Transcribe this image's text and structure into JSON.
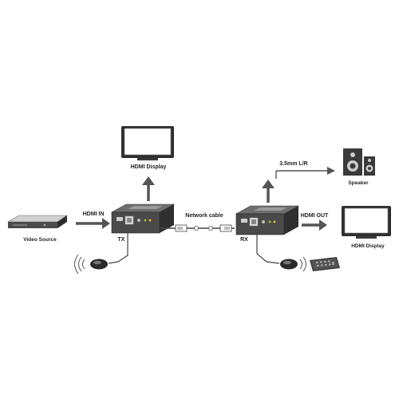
{
  "labels": {
    "hdmi_display_local": "HDMI Display",
    "hdmi_in": "HDMI IN",
    "video_source": "Video Source",
    "tx": "TX",
    "network_cable": "Network cable",
    "rx": "RX",
    "hdmi_out": "HDMI OUT",
    "audio_out": "3.5mm L/R",
    "speaker": "Speaker",
    "hdmi_display_remote": "HDMI Display"
  },
  "colors": {
    "line": "#4a4a4a",
    "device_dark": "#3a3a3a",
    "device_mid": "#8c8c8c",
    "device_light": "#d9d9d9",
    "screen": "#ffffff",
    "arrow": "#555555"
  }
}
